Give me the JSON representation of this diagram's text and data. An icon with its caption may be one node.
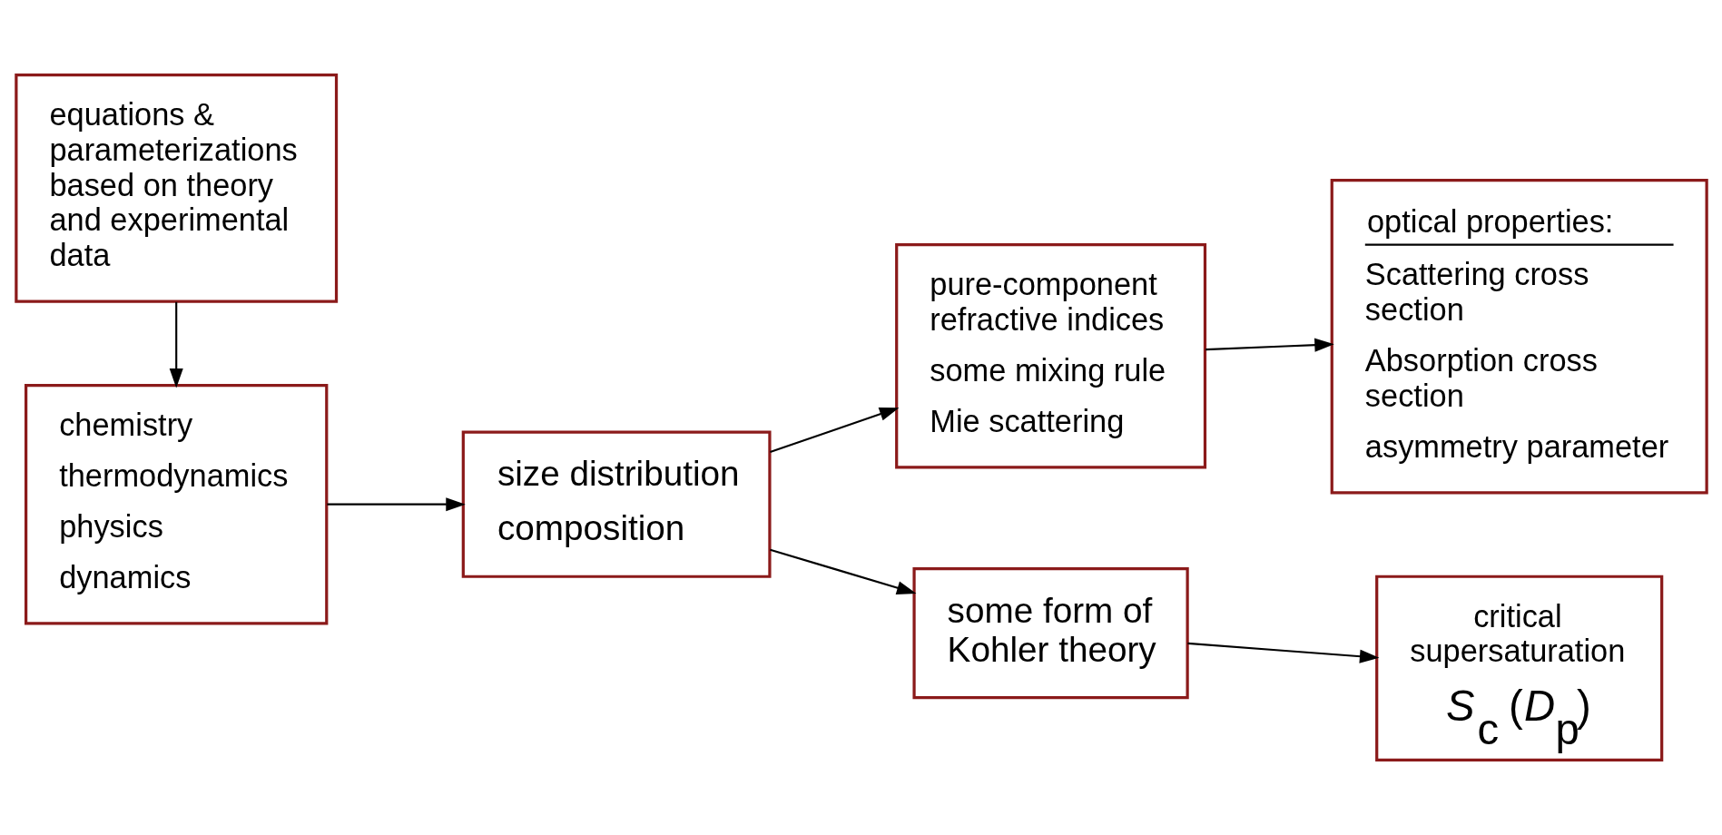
{
  "diagram": {
    "nodes": [
      {
        "text": [
          "equations & parameterizations based on theory and experimental data"
        ]
      },
      {
        "text": [
          "chemistry",
          "thermodynamics",
          "physics",
          "dynamics"
        ]
      },
      {
        "text": [
          "size distribution",
          "composition"
        ]
      },
      {
        "text": [
          "pure-component refractive indices",
          "some mixing rule",
          "Mie scattering"
        ]
      },
      {
        "text": [
          "optical properties:",
          "Scattering cross section",
          "Absorption cross section",
          "asymmetry parameter"
        ]
      },
      {
        "text": [
          "some form of Kohler theory"
        ]
      },
      {
        "text": [
          "critical supersaturation",
          "*S*$_{c}$ (*D*$_{p}$)"
        ]
      }
    ],
    "edges": [
      {
        "from": 0,
        "to": 1,
        "arrow": "to"
      },
      {
        "from": 1,
        "to": 2,
        "arrow": "to"
      },
      {
        "from": 2,
        "to": 3,
        "arrow": "to"
      },
      {
        "from": 3,
        "to": 4,
        "arrow": "to"
      },
      {
        "from": 2,
        "to": 5,
        "arrow": "to"
      },
      {
        "from": 5,
        "to": 6,
        "arrow": "to"
      }
    ]
  }
}
